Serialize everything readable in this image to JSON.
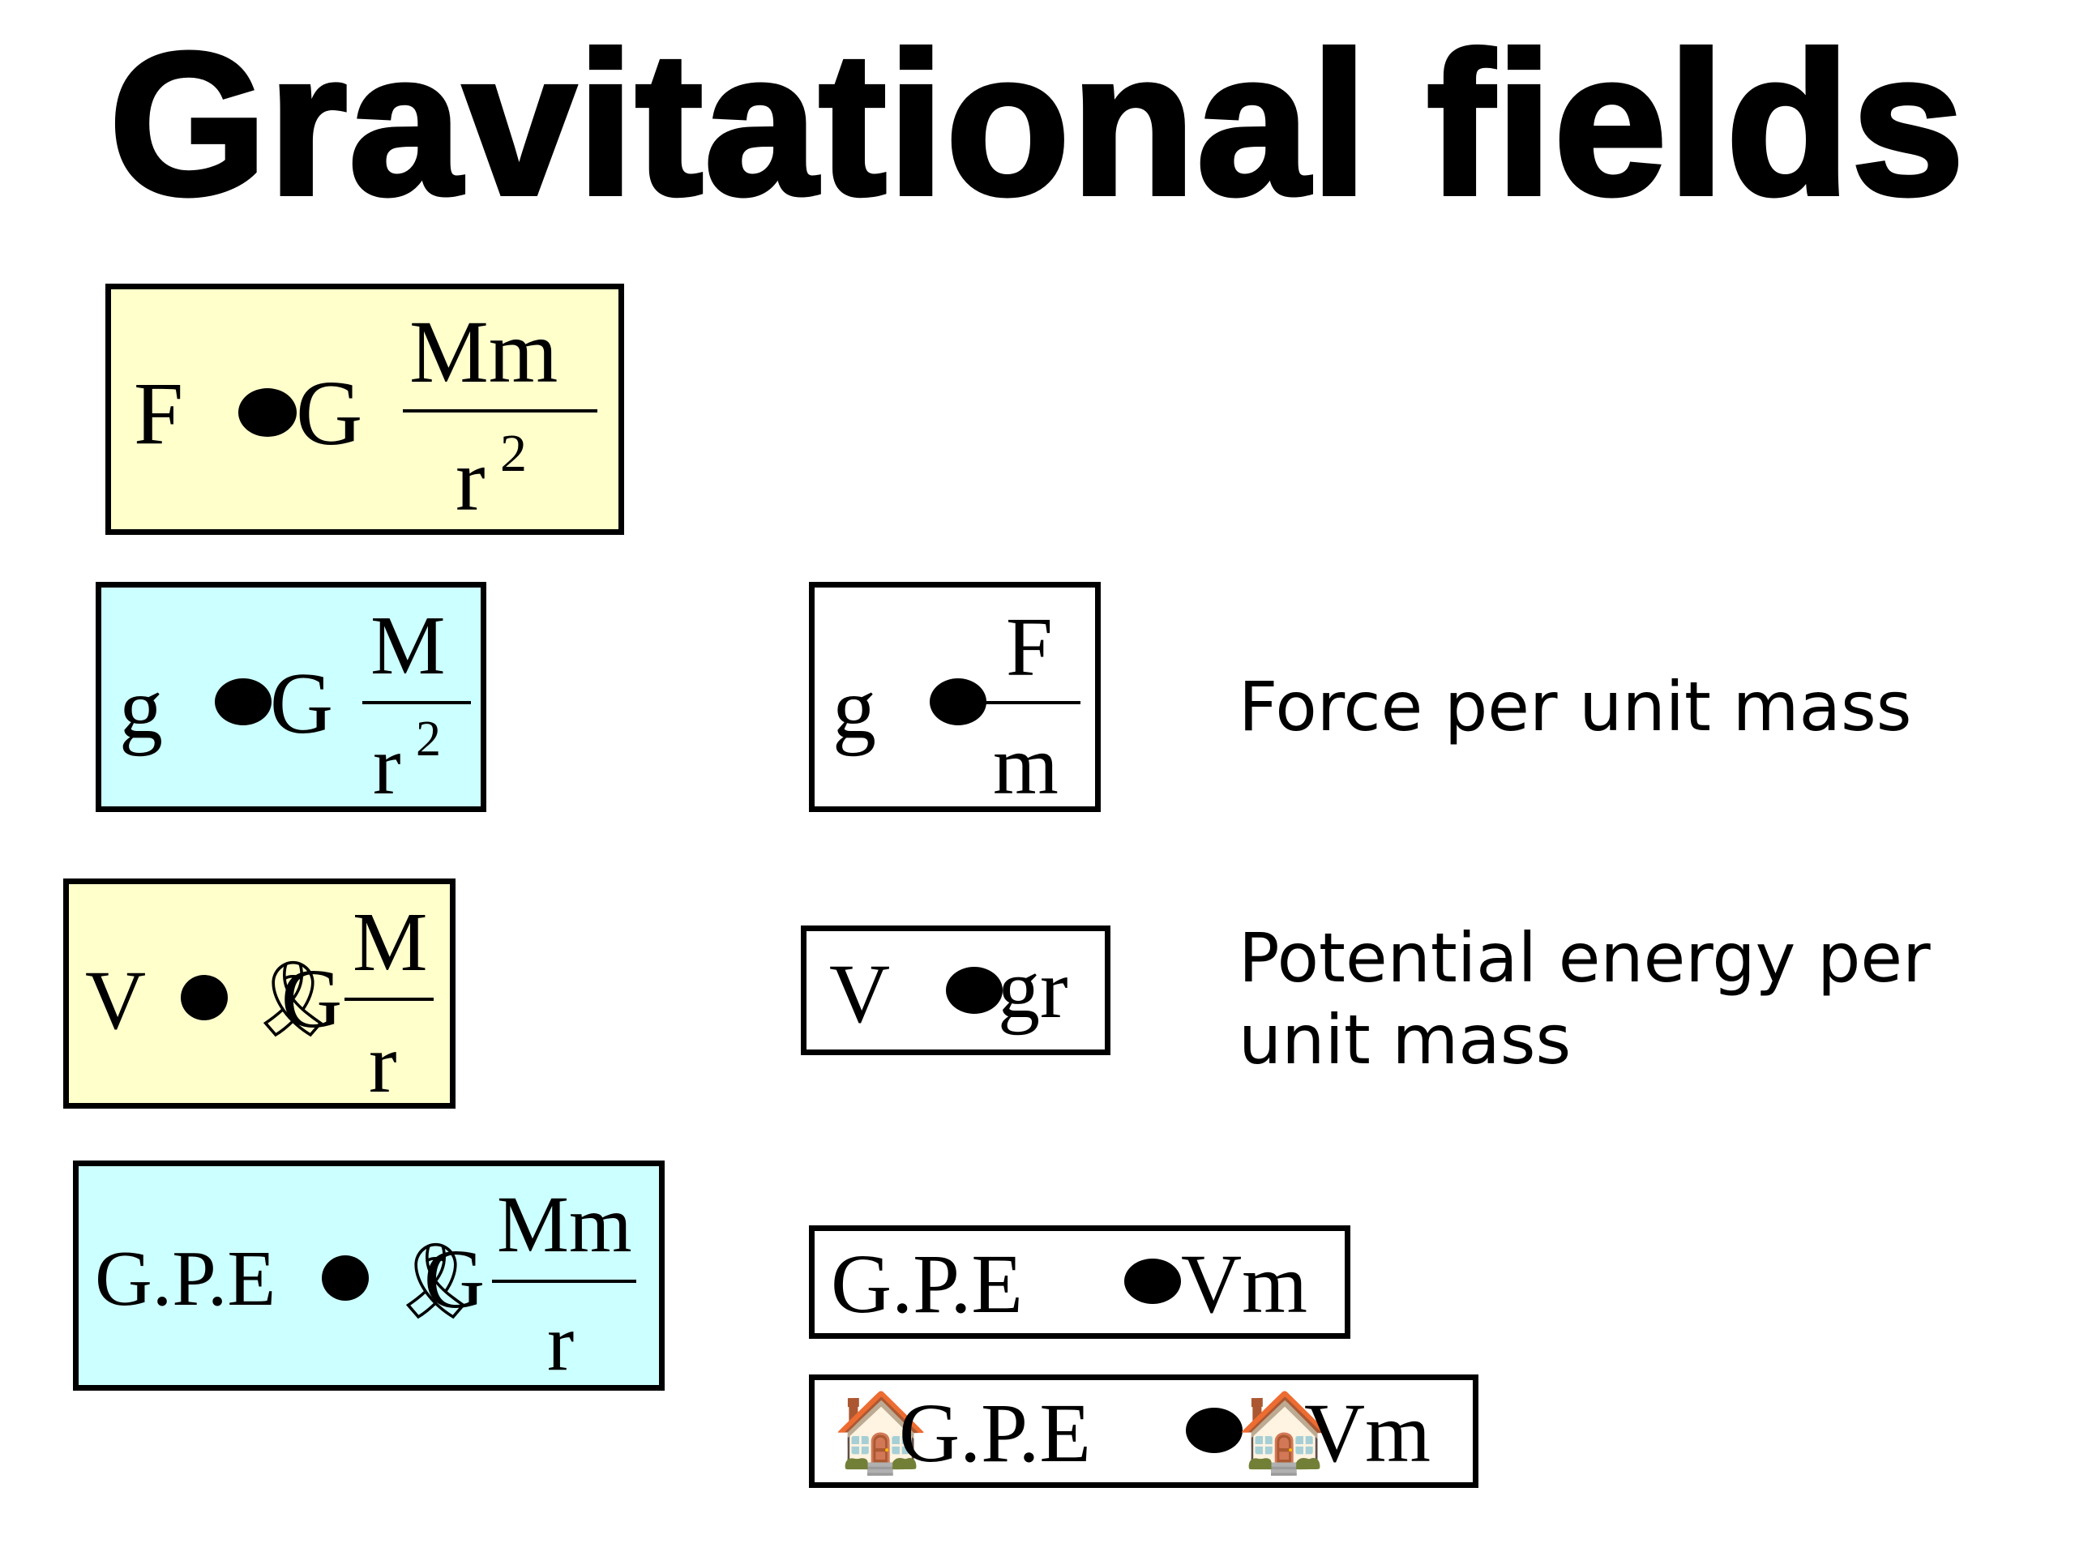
{
  "title": "Gravitational fields",
  "colors": {
    "yellow_box": "#ffffcc",
    "cyan_box": "#ccffff",
    "white_box": "#ffffff"
  },
  "eq_force": {
    "lhs": "F",
    "const": "G",
    "numerator": "Mm",
    "denominator": "r",
    "exponent": "2"
  },
  "eq_field": {
    "lhs": "g",
    "const": "G",
    "numerator": "M",
    "denominator": "r",
    "exponent": "2"
  },
  "eq_field_def": {
    "lhs": "g",
    "numerator": "F",
    "denominator": "m"
  },
  "eq_potential": {
    "lhs": "V",
    "const": "G",
    "numerator": "M",
    "denominator": "r"
  },
  "eq_potential_rel": {
    "lhs": "V",
    "rhs": "gr"
  },
  "eq_gpe": {
    "lhs": "G.P.E",
    "const": "G",
    "numerator": "Mm",
    "denominator": "r"
  },
  "eq_gpe_rel": {
    "lhs": "G.P.E",
    "rhs": "Vm"
  },
  "eq_gpe_change": {
    "lhs": "G.P.E",
    "rhs": "Vm"
  },
  "notes": {
    "force_per_unit_mass": "Force per unit mass",
    "potential_line1": "Potential energy per",
    "potential_line2": "unit mass"
  }
}
